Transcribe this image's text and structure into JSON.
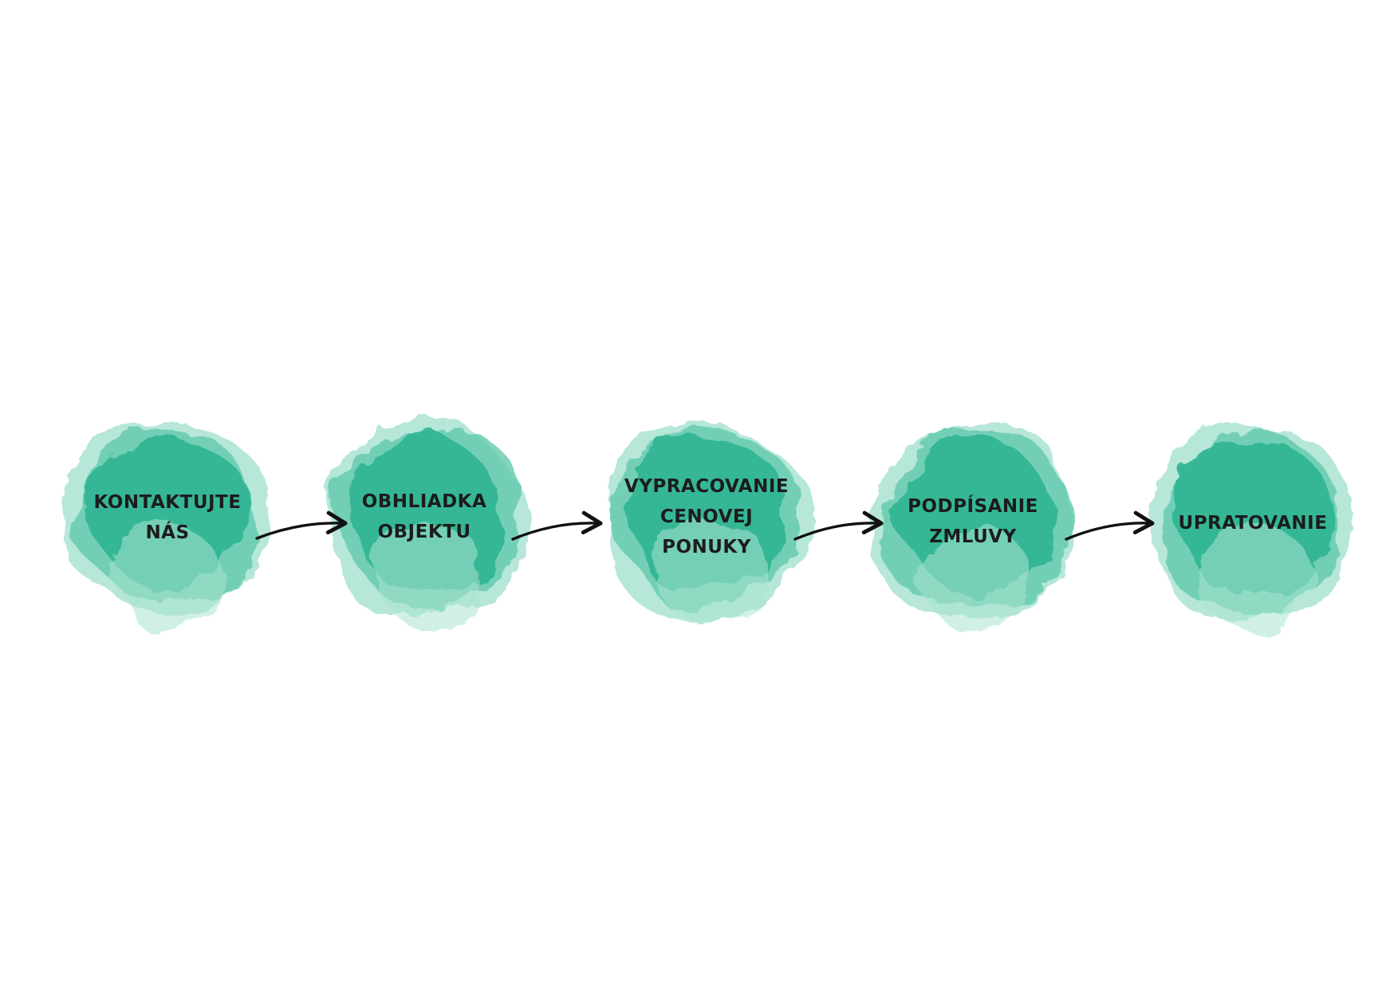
{
  "colors": {
    "background": "#ffffff",
    "blob_main": "#2fb593",
    "blob_light": "#a9e3d2",
    "blob_mid": "#63c9ac",
    "text": "#1c1c1c",
    "arrow": "#111111"
  },
  "steps": [
    {
      "lines": [
        "KONTAKTUJTE",
        "NÁS"
      ]
    },
    {
      "lines": [
        "OBHLIADKA",
        "OBJEKTU"
      ]
    },
    {
      "lines": [
        "VYPRACOVANIE",
        "CENOVEJ",
        "PONUKY"
      ]
    },
    {
      "lines": [
        "PODPÍSANIE",
        "ZMLUVY"
      ]
    },
    {
      "lines": [
        "UPRATOVANIE"
      ]
    }
  ],
  "arrows": [
    {
      "from": 0,
      "to": 1,
      "icon": "arrow-right-icon"
    },
    {
      "from": 1,
      "to": 2,
      "icon": "arrow-right-icon"
    },
    {
      "from": 2,
      "to": 3,
      "icon": "arrow-right-icon"
    },
    {
      "from": 3,
      "to": 4,
      "icon": "arrow-right-icon"
    }
  ]
}
